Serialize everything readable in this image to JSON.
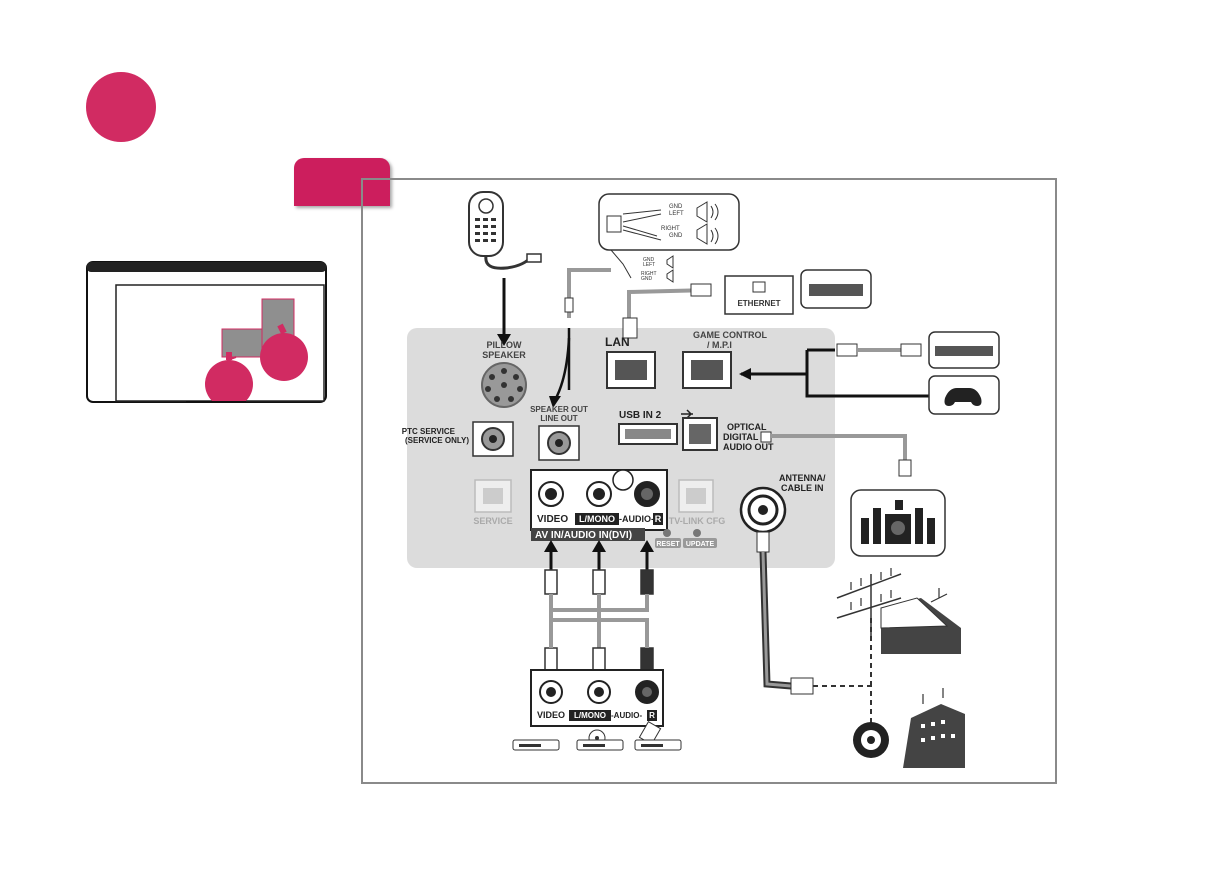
{
  "labels": {
    "pillow_speaker": [
      "PILLOW",
      "SPEAKER"
    ],
    "lan": "LAN",
    "game_control": [
      "GAME CONTROL",
      "/ M.P.I"
    ],
    "ethernet": "ETHERNET",
    "ptc_service": [
      "PTC SERVICE",
      "(SERVICE ONLY)"
    ],
    "speaker_out": [
      "SPEAKER OUT",
      "LINE OUT"
    ],
    "usb_in": "USB IN 2",
    "optical": [
      "OPTICAL",
      "DIGITAL",
      "AUDIO OUT"
    ],
    "service": "SERVICE",
    "video": "VIDEO",
    "l_mono": "L/MONO",
    "audio": "-AUDIO-",
    "r": "R",
    "av_in": "AV IN/AUDIO IN(DVI)",
    "reset": "RESET",
    "update": "UPDATE",
    "tv_link_cfg": "TV-LINK CFG",
    "antenna": [
      "ANTENNA/",
      "CABLE IN"
    ],
    "speaker_gnd": "GND",
    "speaker_left": "LEFT",
    "speaker_right": "RIGHT"
  },
  "colors": {
    "accent": "#cc1e5d",
    "panel": "#dcdcdc",
    "frame": "#8a8a8a"
  }
}
